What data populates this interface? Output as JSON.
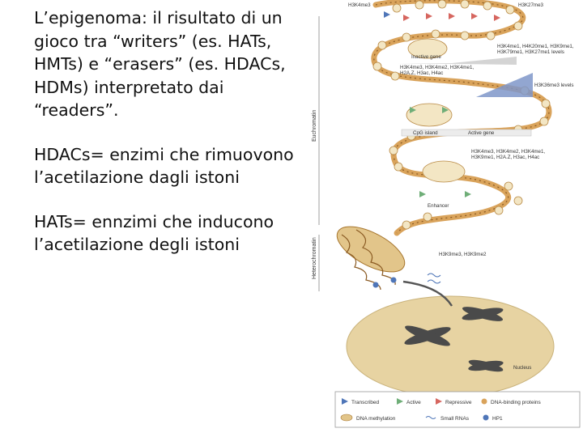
{
  "text": {
    "p1": "L’epigenoma: il risultato di un gioco tra “writers” (es. HATs, HMTs) e “erasers” (es. HDACs, HDMs) interpretato dai “readers”.",
    "p2": "HDACs= enzimi che rimuovono l’acetilazione dagli istoni",
    "p3": "HATs= ennzimi che inducono l’acetilazione degli istoni"
  },
  "figure": {
    "top_left": "H3K4me3",
    "top_right": "H3K27me3",
    "inactive_gene": "Inactive gene",
    "inactive_marks": "H3K4me1, H4K20me1, H3K9me1, H3K79me1, H3K27me1 levels",
    "active_marks1": "H3K4me3, H3K4me2, H3K4me1, H2A.Z, H3ac, H4ac",
    "h3k36": "H3K36me3 levels",
    "cpg": "CpG island",
    "active_gene": "Active gene",
    "enhancer_marks": "H3K4me3, H3K4me2, H3K4me1, H3K9me1, H2A.Z, H3ac, H4ac",
    "enhancer": "Enhancer",
    "hetero_marks": "H3K9me3, H3K9me2",
    "euchromatin": "Euchromatin",
    "heterochromatin": "Heterochromatin",
    "nucleus": "Nucleus"
  },
  "legend": {
    "transcribed": "Transcribed",
    "active": "Active",
    "repressive": "Repressive",
    "dna_binding": "DNA-binding proteins",
    "dna_methylation": "DNA methylation",
    "small_rnas": "Small RNAs",
    "hp1": "HP1"
  },
  "colors": {
    "chromatin": "#d9a35b",
    "nucleosome": "#f3e6c4",
    "nucleus": "#e7d3a2",
    "repressive": "#d6665f",
    "active": "#6fae78",
    "transcribed": "#4f76b8",
    "blue_wedge": "#7f97c9"
  }
}
